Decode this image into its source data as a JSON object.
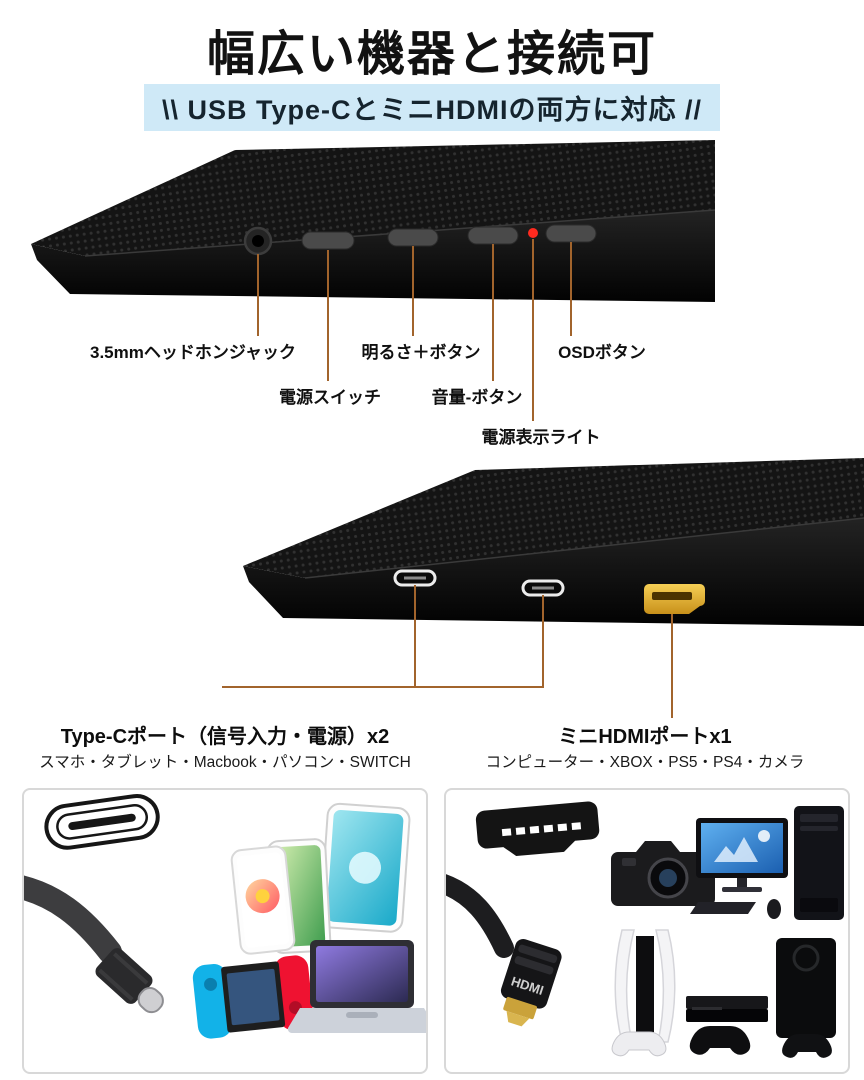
{
  "header": {
    "title": "幅広い機器と接続可",
    "subtitle": "\\\\ USB Type-CとミニHDMIの両方に対応 //"
  },
  "controls": {
    "headphone_jack": "3.5mmヘッドホンジャック",
    "power_switch": "電源スイッチ",
    "brightness_up": "明るさ＋ボタン",
    "volume_down": "音量-ボタン",
    "power_led": "電源表示ライト",
    "osd_button": "OSDボタン"
  },
  "ports": {
    "type_c_title": "Type-Cポート（信号入力・電源）x2",
    "type_c_devices": "スマホ・タブレット・Macbook・パソコン・SWITCH",
    "hdmi_title": "ミニHDMIポートx1",
    "hdmi_devices": "コンピューター・XBOX・PS5・PS4・カメラ",
    "hdmi_plug_text": "HDMI"
  },
  "colors": {
    "callout_line": "#a2642c",
    "subtitle_bg": "#cfe9f7",
    "led_red": "#ff2a1f",
    "hdmi_gold": "#e3a82b",
    "device_body": "#141414"
  }
}
